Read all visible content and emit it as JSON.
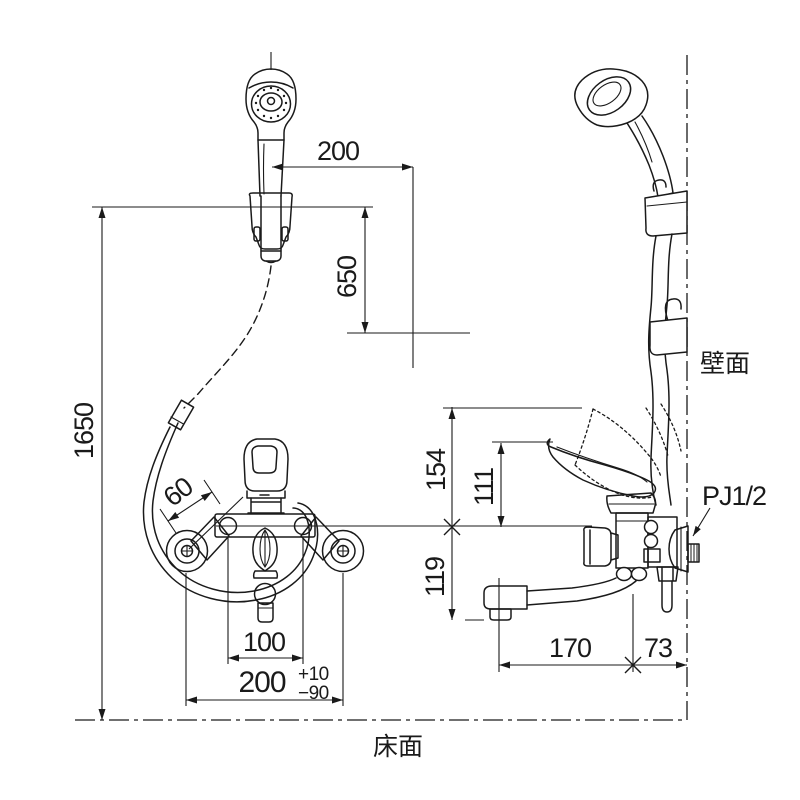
{
  "drawing": {
    "labels": {
      "wall_surface": "壁面",
      "floor_surface": "床面",
      "thread_spec": "PJ1/2"
    },
    "dimensions": {
      "shower_to_hook_offset": "200",
      "hanger_to_hook_drop": "650",
      "hanger_height_from_floor": "1650",
      "mount_hole_pitch": "100",
      "eccentric_leg_adjust": "60",
      "pipe_pitch_main": "200",
      "pipe_pitch_tol_plus": "+10",
      "pipe_pitch_tol_minus": "−90",
      "body_top_height": "154",
      "lever_top_height": "111",
      "spout_drop_height": "119",
      "spout_reach": "170",
      "wall_to_body_center": "73"
    }
  }
}
